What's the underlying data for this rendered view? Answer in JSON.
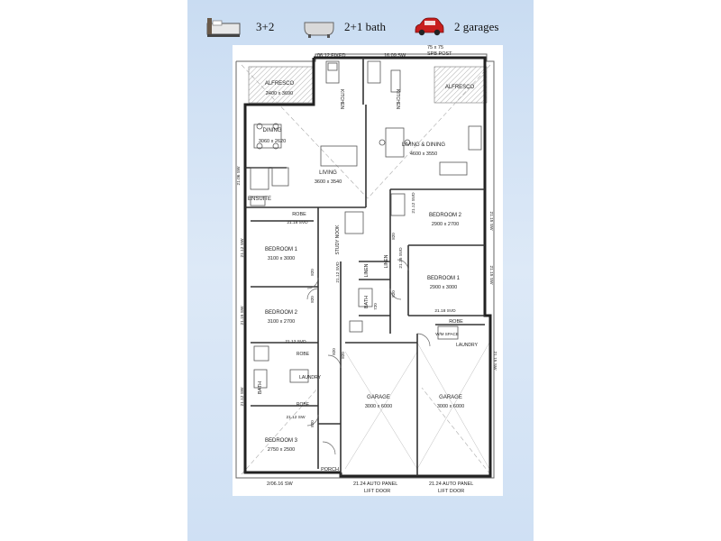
{
  "features": [
    {
      "icon": "bed-icon",
      "label": "3+2"
    },
    {
      "icon": "bathtub-icon",
      "label": "2+1 bath"
    },
    {
      "icon": "car-icon",
      "label": "2 garages"
    }
  ],
  "plan": {
    "dims": {
      "top_left": "06.12 FIXED",
      "top_mid": "16.09 SW",
      "top_right": "75 x 75",
      "top_post": "SPB POST",
      "bottom_left": "2/06.16 SW",
      "bottom_mid": "21.24 AUTO PANEL",
      "bottom_mid_sub": "LIFT DOOR",
      "bottom_right": "21.24 AUTO PANEL",
      "bottom_right_sub": "LIFT DOOR"
    },
    "rooms": {
      "alfresco_left": {
        "name": "ALFRESCO",
        "size": "2400 x 3690"
      },
      "alfresco_right": {
        "name": "ALFRESCO"
      },
      "kitchen_left": "KITCHEN",
      "kitchen_right": "KITCHEN",
      "dining": {
        "name": "DINING",
        "size": "3060 x 2620"
      },
      "living": {
        "name": "LIVING",
        "size": "3600 x 3540"
      },
      "living_dining": {
        "name": "LIVING & DINING",
        "size": "4600 x 3550"
      },
      "ensuite": "ENSUITE",
      "robe_a": "ROBE",
      "study": "STUDY NOOK",
      "bed1_left": {
        "name": "BEDROOM 1",
        "size": "3100 x 3000"
      },
      "bed2_left": {
        "name": "BEDROOM 2",
        "size": "3100 x 2700"
      },
      "bed2_right": {
        "name": "BEDROOM 2",
        "size": "2900 x 2700"
      },
      "bed1_right": {
        "name": "BEDROOM 1",
        "size": "2900 x 3000"
      },
      "linen_a": "LINEN",
      "linen_b": "LINEN",
      "bath_mid": "BATH",
      "robe_b": "ROBE",
      "robe_c": "ROBE",
      "robe_d": "ROBE",
      "laundry_left": "LAUNDRY",
      "laundry_right": "LAUNDRY",
      "wm_space": "W/M SPACE",
      "bath_left": "BATH",
      "bed3": {
        "name": "BEDROOM 3",
        "size": "2750 x 2500"
      },
      "garage_left": {
        "name": "GARAGE",
        "size": "3000 x 6000"
      },
      "garage_right": {
        "name": "GARAGE",
        "size": "3000 x 6000"
      },
      "porch": "PORCH"
    },
    "windows": {
      "w1": "21.18 SVD",
      "w2": "21.12 SVD",
      "w3": "21.18 SVD",
      "w4": "21.12 SVD",
      "w5": "21.12 SW",
      "w6": "21.15 SW",
      "w7": "21.15 SW",
      "w8": "21.15 SW",
      "w9": "21.15 SW",
      "w10": "21.15 SVD",
      "w11": "21.12 SW",
      "w12": "21.12 SVD",
      "w13": "21.06 SW",
      "w14": "21.12 SW"
    },
    "doors": {
      "d1": "820",
      "d2": "820",
      "d3": "820",
      "d4": "820",
      "d5": "820",
      "d6": "820",
      "d7": "820",
      "d8": "720"
    }
  }
}
